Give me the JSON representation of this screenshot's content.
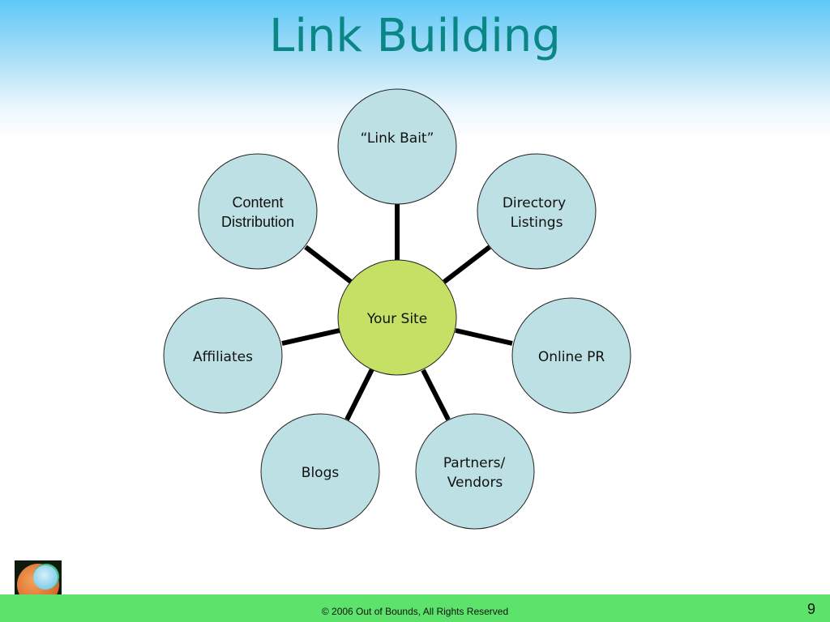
{
  "slide": {
    "title": "Link Building",
    "footer": "© 2006 Out of Bounds, All Rights Reserved",
    "page_number": "9"
  },
  "diagram": {
    "center": {
      "label": "Your Site",
      "color": "#c5e065"
    },
    "node_color": "#bde0e4",
    "nodes": [
      {
        "id": "link-bait",
        "lines": [
          "“Link Bait”"
        ]
      },
      {
        "id": "directory-listings",
        "lines": [
          "Directory",
          "Listings"
        ]
      },
      {
        "id": "online-pr",
        "lines": [
          "Online PR"
        ]
      },
      {
        "id": "partners-vendors",
        "lines": [
          "Partners/",
          "Vendors"
        ]
      },
      {
        "id": "blogs",
        "lines": [
          "Blogs"
        ]
      },
      {
        "id": "affiliates",
        "lines": [
          "Affiliates"
        ]
      },
      {
        "id": "content-distribution",
        "lines": [
          "Content",
          "Distribution"
        ]
      }
    ]
  },
  "colors": {
    "title": "#0b8686",
    "footer_bar": "#5de26b",
    "connector": "#000000",
    "node_outline": "#222222"
  }
}
